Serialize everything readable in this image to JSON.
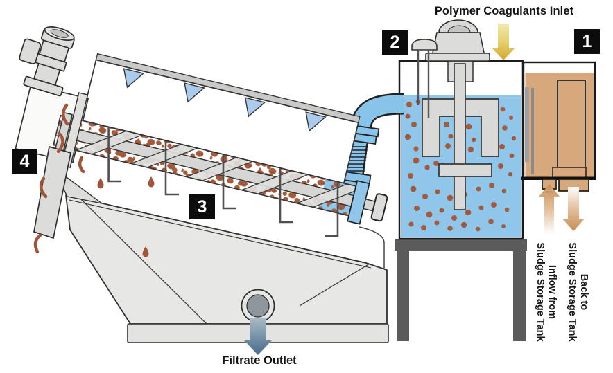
{
  "labels": {
    "polymer_inlet": "Polymer Coagulants Inlet",
    "filtrate_outlet": "Filtrate Outlet",
    "inflow": {
      "line1": "Inflow from",
      "line2": "Sludge Storage Tank"
    },
    "back": {
      "line1": "Back to",
      "line2": "Sludge Storage Tank"
    }
  },
  "badges": {
    "feed_tank": "1",
    "mixing_tank": "2",
    "dewatering_drum": "3",
    "discharge": "4"
  },
  "colors": {
    "water_blue": "#8FC6EA",
    "pipe_blue": "#88C3EA",
    "sludge_tan": "#D8A87D",
    "floc_brown": "#A45B3D",
    "machine_gray": "#DCDCDA",
    "stand_gray": "#5B5B5B",
    "nozzle_blue": "#A9CBEC",
    "arrow_yellow": "#E0C45C",
    "filtrate_blue": "#4D7190",
    "badge_bg": "#0C0C0C",
    "badge_text": "#FFFFFF",
    "outline": "#2F2F2F"
  }
}
